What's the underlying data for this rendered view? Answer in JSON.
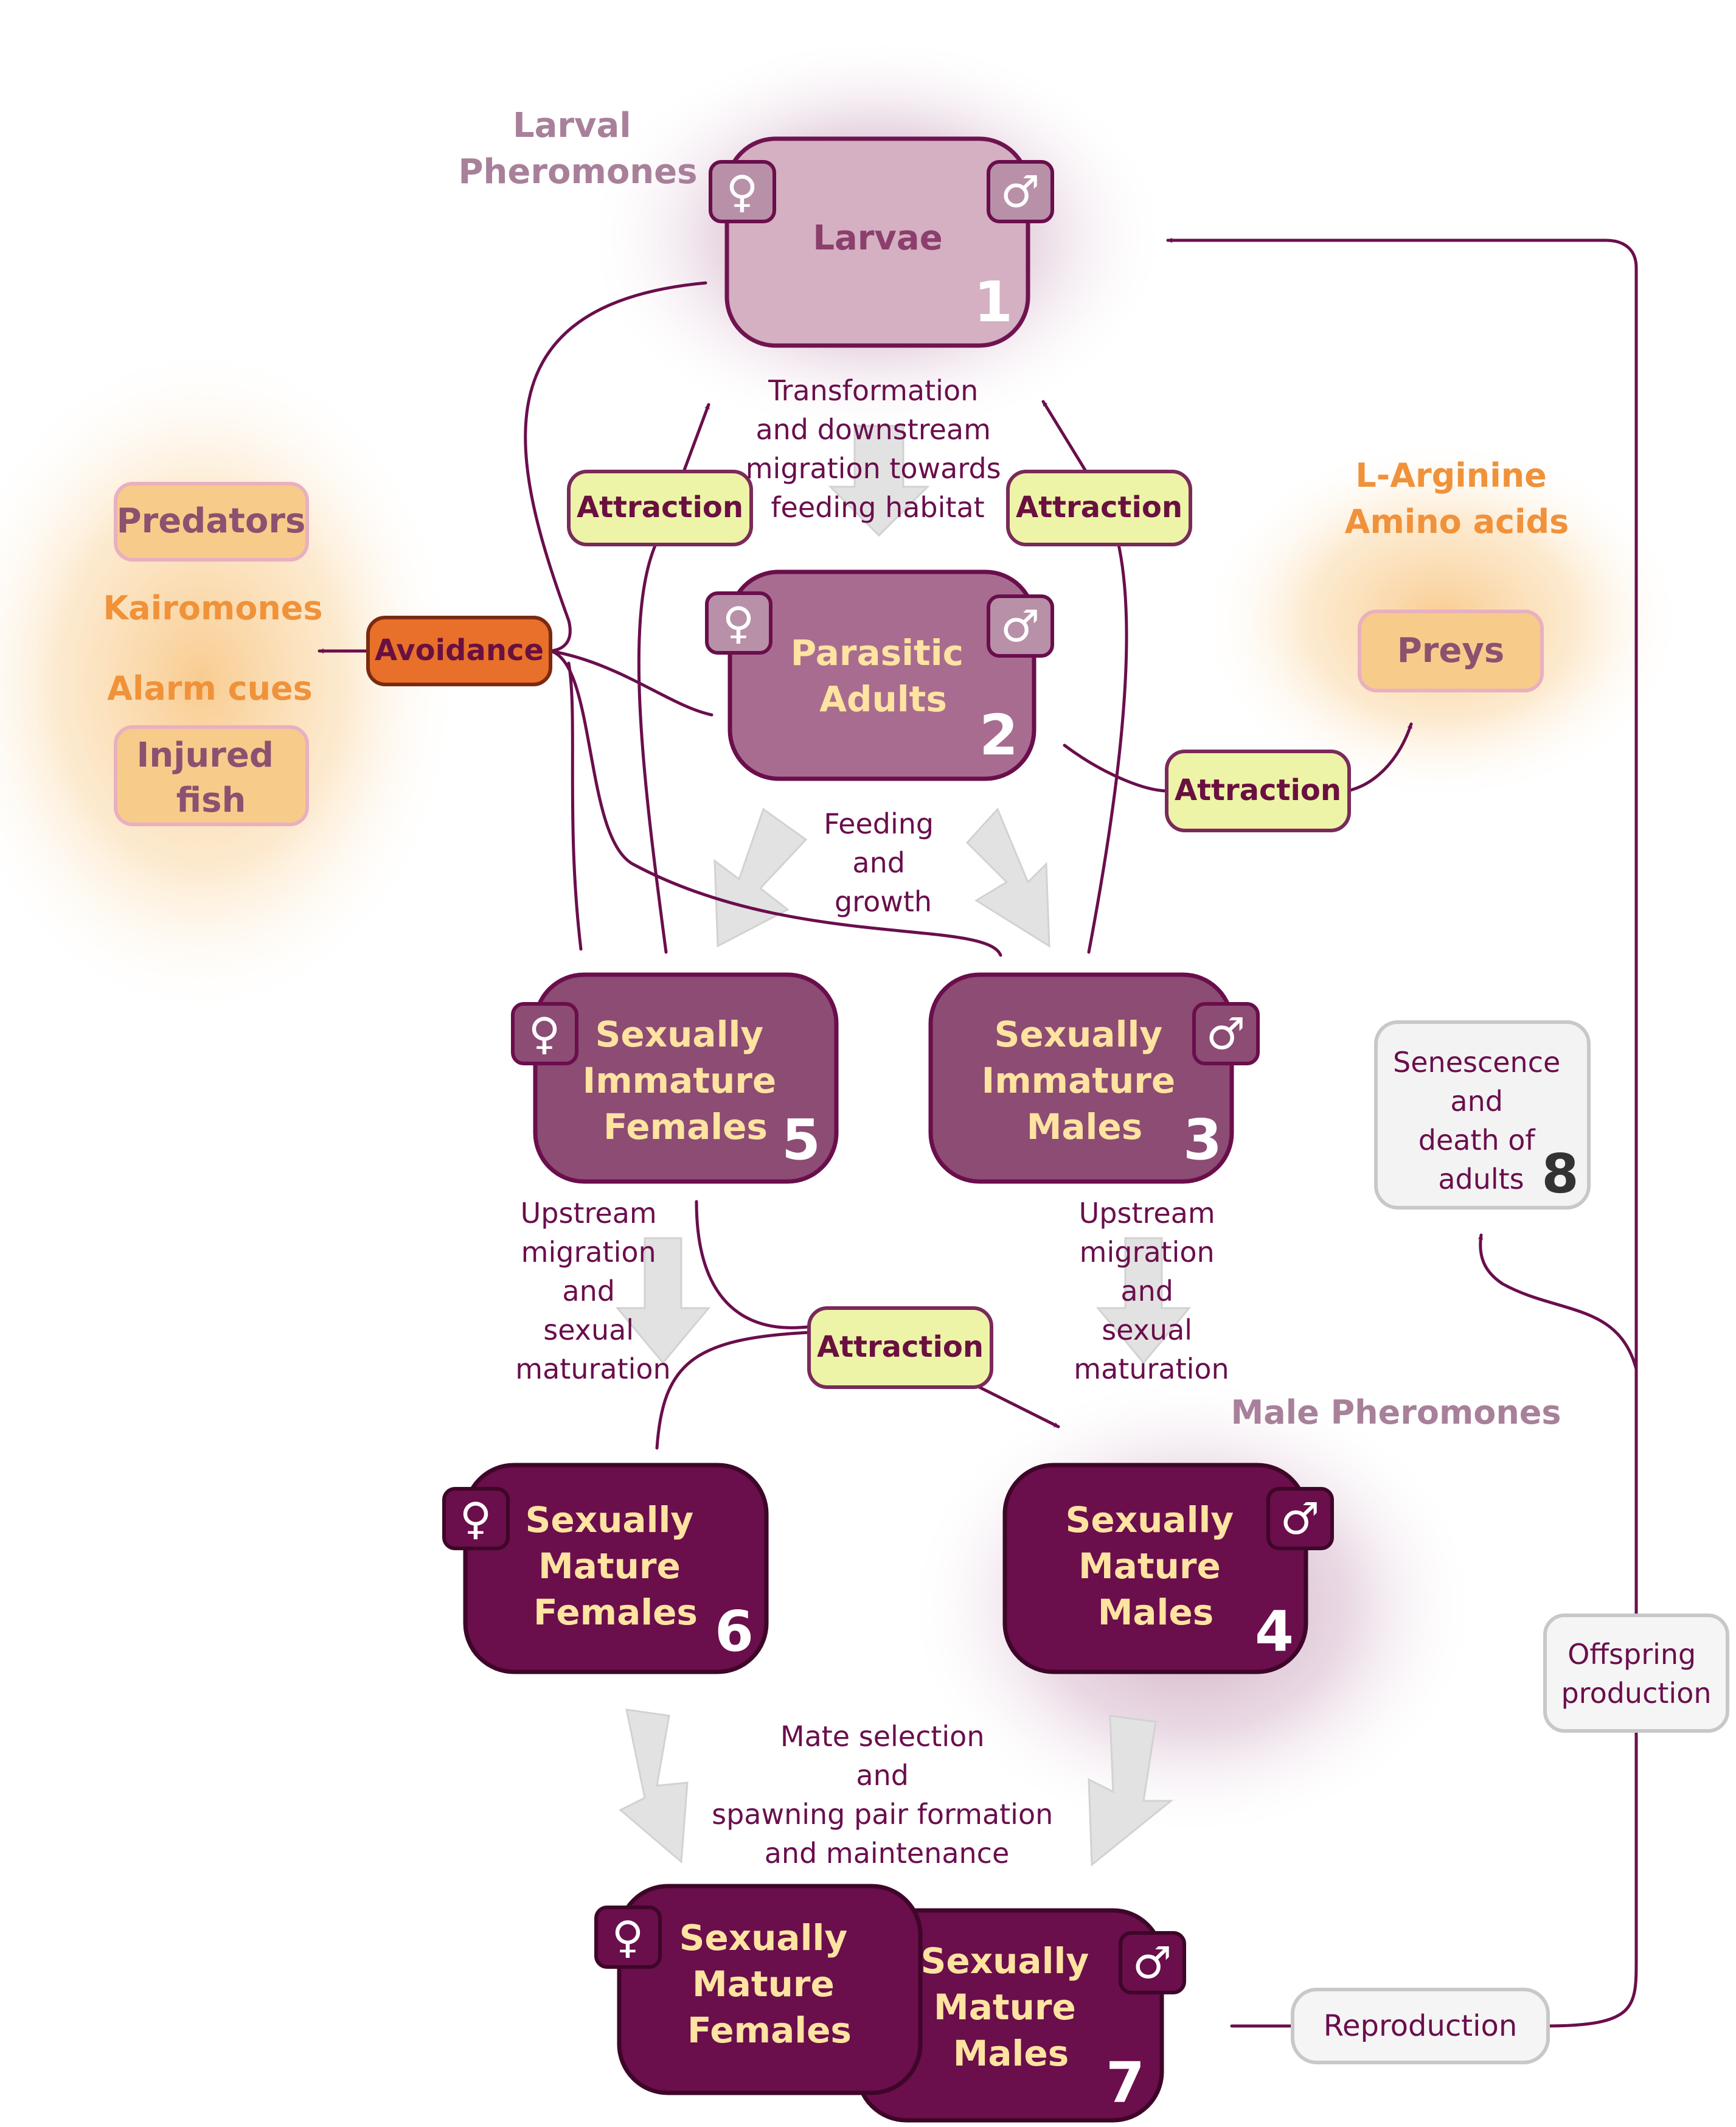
{
  "labels": {
    "larval_pheromones": [
      "Larval",
      "Pheromones"
    ],
    "male_pheromones": "Male Pheromones",
    "l_arginine": [
      "L-Arginine",
      "Amino acids"
    ],
    "kairomones": "Kairomones",
    "alarm_cues": "Alarm cues"
  },
  "stages": {
    "larvae": {
      "lines": [
        "Larvae"
      ],
      "number": "1"
    },
    "parasitic": {
      "lines": [
        "Parasitic",
        "Adults"
      ],
      "number": "2"
    },
    "imm_females": {
      "lines": [
        "Sexually",
        "Immature",
        "Females"
      ],
      "number": "5"
    },
    "imm_males": {
      "lines": [
        "Sexually",
        "Immature",
        "Males"
      ],
      "number": "3"
    },
    "mat_females": {
      "lines": [
        "Sexually",
        "Mature",
        "Females"
      ],
      "number": "6"
    },
    "mat_males": {
      "lines": [
        "Sexually",
        "Mature",
        "Males"
      ],
      "number": "4"
    },
    "pair_females": {
      "lines": [
        "Sexually",
        "Mature",
        "Females"
      ]
    },
    "pair_males": {
      "lines": [
        "Sexually",
        "Mature",
        "Males"
      ],
      "number": "7"
    },
    "senescence": {
      "lines": [
        "Senescence",
        "and",
        "death of",
        "adults"
      ],
      "number": "8"
    }
  },
  "boxes": {
    "predators": [
      "Predators"
    ],
    "injured_fish": [
      "Injured",
      "fish"
    ],
    "preys": [
      "Preys"
    ],
    "avoidance": "Avoidance",
    "attraction": "Attraction",
    "offspring": [
      "Offspring",
      "production"
    ],
    "reproduction": "Reproduction"
  },
  "transitions": {
    "transformation": [
      "Transformation",
      "and downstream",
      "migration towards",
      "feeding habitat"
    ],
    "feeding": [
      "Feeding",
      "and",
      "growth"
    ],
    "upstream": [
      "Upstream",
      "migration",
      "and",
      "sexual",
      "maturation"
    ],
    "mate": [
      "Mate selection",
      "and",
      "spawning pair formation",
      "and maintenance"
    ]
  },
  "symbols": {
    "female": "♀",
    "male": "♂"
  },
  "colors": {
    "larvae_fill": "#d4b0c2",
    "larvae_stroke": "#6f1450",
    "parasitic_fill": "#a86c90",
    "immature_fill": "#8c4c74",
    "mature_fill": "#6a0e4c",
    "stage_text": "#ffe3a0",
    "attraction_fill": "#edf4a8",
    "avoidance_fill": "#e8702a",
    "cue_fill": "#f7cc8a",
    "cue_text": "#8c5070",
    "cue_label": "#f0923a",
    "pheromone_label": "#a8809a",
    "line": "#6a0e4c",
    "big_arrow": "#e2e2e2"
  }
}
